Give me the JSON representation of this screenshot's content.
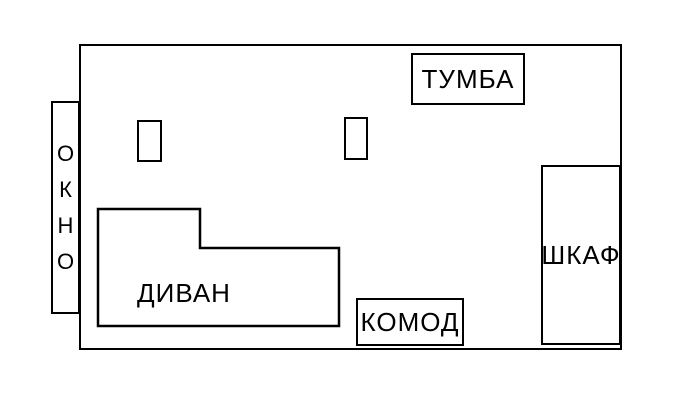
{
  "colors": {
    "background": "#ffffff",
    "line": "#000000",
    "text": "#000000"
  },
  "furniture": {
    "window": {
      "label": "ОКНО",
      "letters": [
        "О",
        "К",
        "Н",
        "О"
      ]
    },
    "tumba": {
      "label": "ТУМБА"
    },
    "divan": {
      "label": "ДИВАН"
    },
    "komod": {
      "label": "КОМОД"
    },
    "shkaf": {
      "label": "ШКАФ"
    }
  }
}
